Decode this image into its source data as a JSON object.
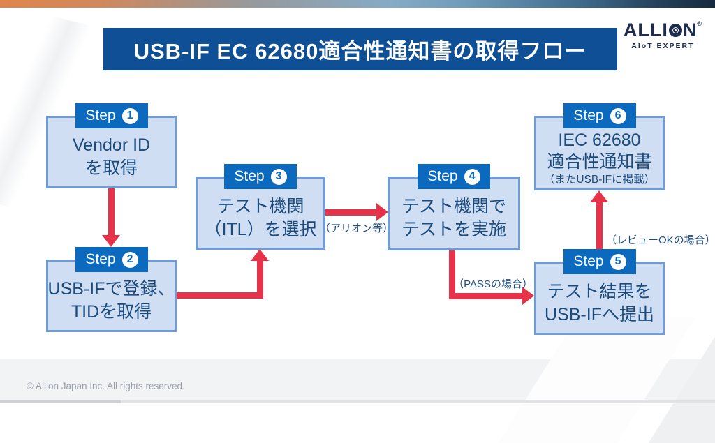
{
  "page": {
    "title": "USB-IF EC 62680適合性通知書の取得フロー",
    "copyright": "© Allion Japan Inc. All rights reserved."
  },
  "logo": {
    "name": "ALLION",
    "part1": "ALLI",
    "part2": "N",
    "reg": "®",
    "tagline": "AIoT EXPERT"
  },
  "colors": {
    "banner_blue": "#0e4f96",
    "tab_blue": "#0b69be",
    "box_fill": "#cfdef2",
    "box_border": "#6f9bd6",
    "box_text": "#1c4b7e",
    "arrow_red": "#e63349",
    "topbar_orange": "#e0854d",
    "topbar_navy": "#152a40"
  },
  "steps": [
    {
      "label": "Step",
      "num": "1",
      "lines": [
        "Vendor ID",
        "を取得"
      ]
    },
    {
      "label": "Step",
      "num": "2",
      "lines": [
        "USB-IFで登録、",
        "TIDを取得"
      ]
    },
    {
      "label": "Step",
      "num": "3",
      "lines": [
        "テスト機関",
        "（ITL）を選択"
      ]
    },
    {
      "label": "Step",
      "num": "4",
      "lines": [
        "テスト機関で",
        "テストを実施"
      ]
    },
    {
      "label": "Step",
      "num": "5",
      "lines": [
        "テスト結果を",
        "USB-IFへ提出"
      ]
    },
    {
      "label": "Step",
      "num": "6",
      "lines": [
        "IEC 62680",
        "適合性通知書"
      ],
      "note": "（またUSB-IFに掲載）"
    }
  ],
  "arrow_labels": {
    "step3_to_step4": "（アリオン等）",
    "step4_to_step5": "（PASSの場合）",
    "step5_to_step6": "（レビューOKの場合）"
  }
}
